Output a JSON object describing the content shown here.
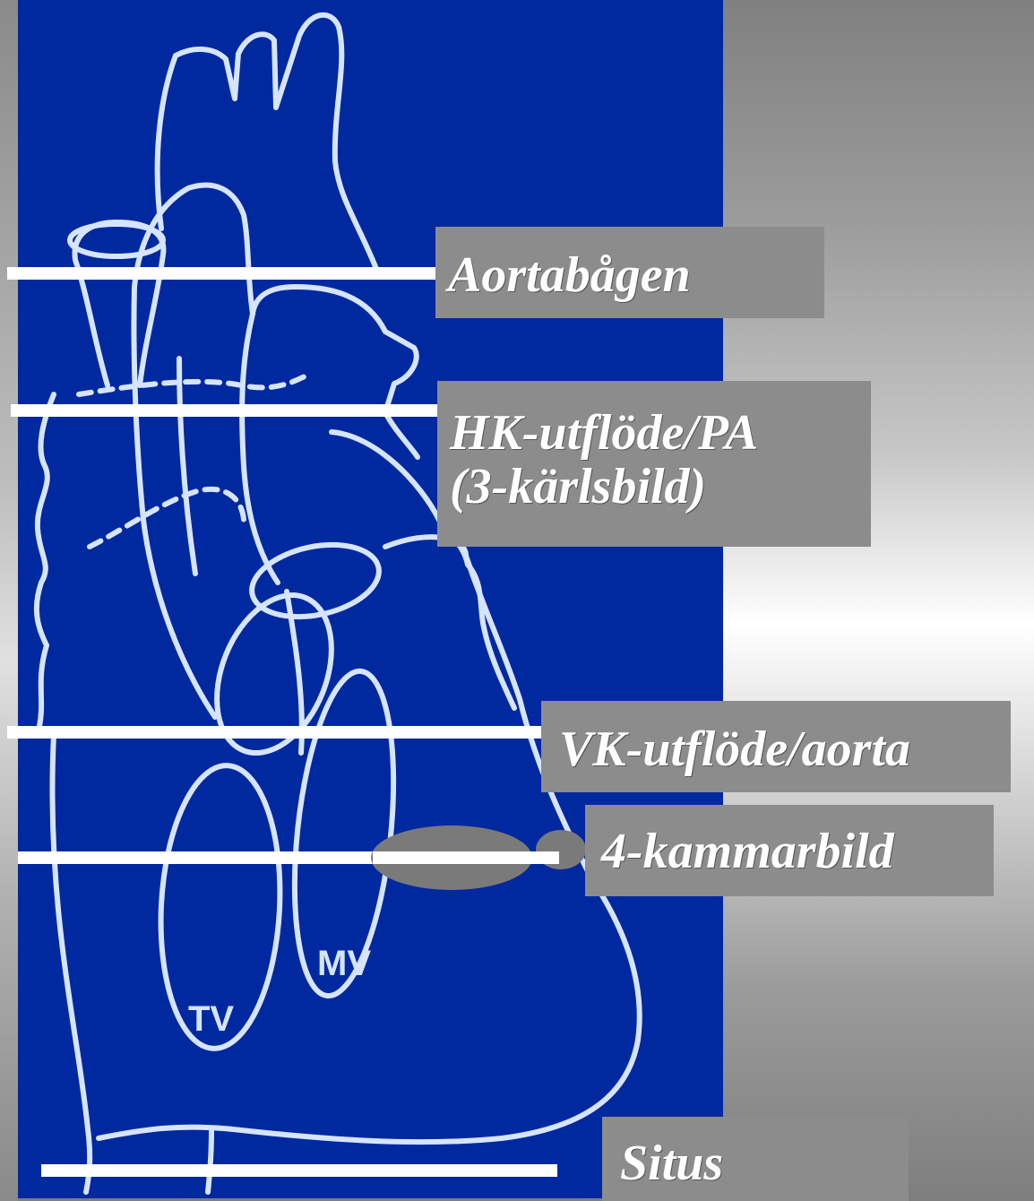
{
  "labels": {
    "aortic_arch": "Aortabågen",
    "rv_outflow_line1": "HK-utflöde/PA",
    "rv_outflow_line2": "(3-kärlsbild)",
    "lv_outflow": "VK-utflöde/aorta",
    "four_chamber": "4-kammarbild",
    "situs": "Situs"
  },
  "valves": {
    "tricuspid": "TV",
    "mitral": "MV"
  },
  "colors": {
    "background_panel": "#0029a0",
    "outline": "#d6e4ff",
    "label_box": "#8c8c8c",
    "label_text": "#ffffff",
    "plane_line": "#ffffff",
    "probe": "#7a7a7a"
  }
}
